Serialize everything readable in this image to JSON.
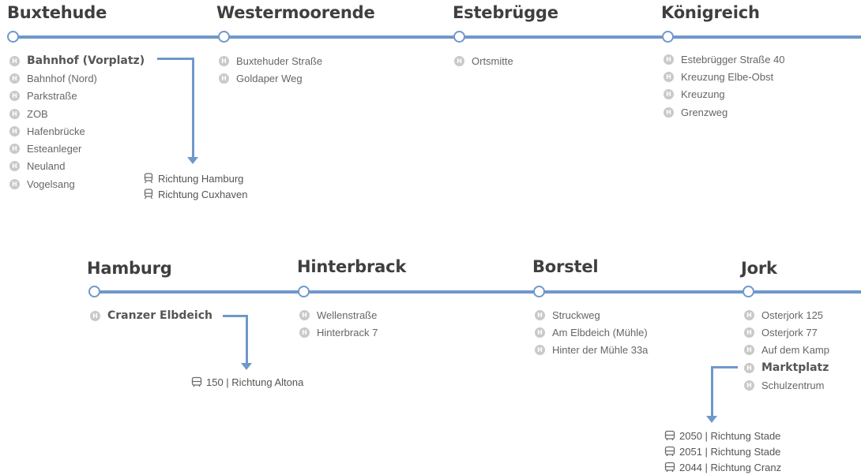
{
  "row1": {
    "stations": [
      {
        "name": "Buxtehude",
        "stops": [
          {
            "label": "Bahnhof (Vorplatz)",
            "major": true
          },
          {
            "label": "Bahnhof (Nord)"
          },
          {
            "label": "Parkstraße"
          },
          {
            "label": "ZOB"
          },
          {
            "label": "Hafenbrücke"
          },
          {
            "label": "Esteanleger"
          },
          {
            "label": "Neuland"
          },
          {
            "label": "Vogelsang"
          }
        ]
      },
      {
        "name": "Westermoorende",
        "stops": [
          {
            "label": "Buxtehuder Straße"
          },
          {
            "label": "Goldaper Weg"
          }
        ]
      },
      {
        "name": "Estebrügge",
        "stops": [
          {
            "label": "Ortsmitte"
          }
        ]
      },
      {
        "name": "Königreich",
        "stops": [
          {
            "label": "Estebrügger Straße 40"
          },
          {
            "label": "Kreuzung Elbe-Obst"
          },
          {
            "label": "Kreuzung"
          },
          {
            "label": "Grenzweg"
          }
        ]
      }
    ],
    "connections": [
      {
        "icon": "train-icon",
        "label": "Richtung Hamburg"
      },
      {
        "icon": "train-icon",
        "label": "Richtung Cuxhaven"
      }
    ]
  },
  "row2": {
    "stations": [
      {
        "name": "Hamburg",
        "stops": [
          {
            "label": "Cranzer Elbdeich",
            "major": true
          }
        ]
      },
      {
        "name": "Hinterbrack",
        "stops": [
          {
            "label": "Wellenstraße"
          },
          {
            "label": "Hinterbrack 7"
          }
        ]
      },
      {
        "name": "Borstel",
        "stops": [
          {
            "label": "Struckweg"
          },
          {
            "label": "Am Elbdeich (Mühle)"
          },
          {
            "label": "Hinter der Mühle 33a"
          }
        ]
      },
      {
        "name": "Jork",
        "stops": [
          {
            "label": "Osterjork 125"
          },
          {
            "label": "Osterjork 77"
          },
          {
            "label": "Auf dem Kamp"
          },
          {
            "label": "Marktplatz",
            "major": true
          },
          {
            "label": "Schulzentrum"
          }
        ]
      }
    ],
    "connections_hamburg": [
      {
        "icon": "bus-icon",
        "label": "150 | Richtung Altona"
      }
    ],
    "connections_jork": [
      {
        "icon": "bus-icon",
        "label": "2050 | Richtung Stade"
      },
      {
        "icon": "bus-icon",
        "label": "2051  | Richtung Stade"
      },
      {
        "icon": "bus-icon",
        "label": "2044 | Richtung Cranz"
      }
    ]
  },
  "stop_icon_glyph": "H",
  "colors": {
    "line": "#6f98cb",
    "stop_icon": "#c9c9c9",
    "heading": "#3f3f3f",
    "text": "#666666"
  }
}
